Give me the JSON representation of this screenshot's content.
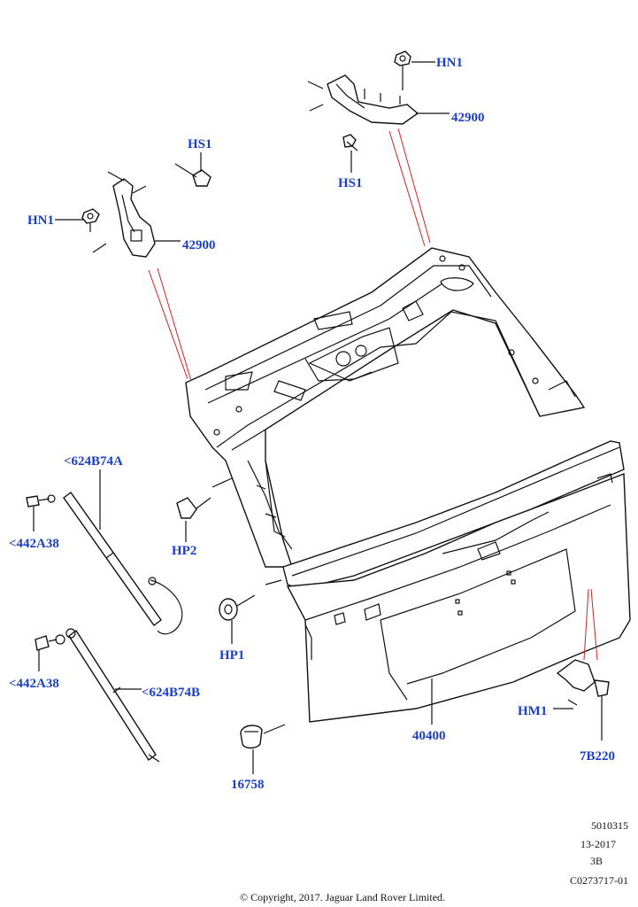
{
  "labels": {
    "hn1_top": "HN1",
    "bracket_top": "42900",
    "hs1_top": "HS1",
    "hs1_left": "HS1",
    "hn1_left": "HN1",
    "bracket_left": "42900",
    "strut_a": "<624B74A",
    "ball_a": "<442A38",
    "hp2": "HP2",
    "hp1": "HP1",
    "ball_b": "<442A38",
    "strut_b": "<624B74B",
    "grommet": "16758",
    "liftgate": "40400",
    "hm1": "HM1",
    "sensor": "7B220"
  },
  "reference": {
    "line1": "5010315",
    "line2": "13-2017",
    "line3": "3B",
    "line4": "C0273717-01"
  },
  "copyright": "© Copyright, 2017. Jaguar Land Rover Limited."
}
